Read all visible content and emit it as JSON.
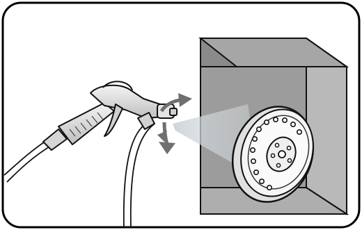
{
  "illustration": {
    "subject": "spray-gun-cleaning-wheel-rim",
    "elements": {
      "frame": "rounded-frame",
      "gun": "spray-gun-icon",
      "hose": "air-hose",
      "nozzle": "nozzle",
      "spray": "spray-cone",
      "direction_arrows": [
        "arrow-up-right-icon",
        "arrow-down-right-icon"
      ],
      "cabinet": "open-box-cabinet",
      "wheel": "wheel-rim-icon"
    },
    "colors": {
      "frame_stroke": "#000000",
      "cabinet_dark": "#8a8a8a",
      "cabinet_light": "#b9b9b9",
      "cabinet_floor": "#9e9e9e",
      "gun_body": "#d9d9d9",
      "spray": "#cfd6da",
      "wheel_face": "#f2f2f2",
      "arrow": "#7a7a7a"
    }
  }
}
